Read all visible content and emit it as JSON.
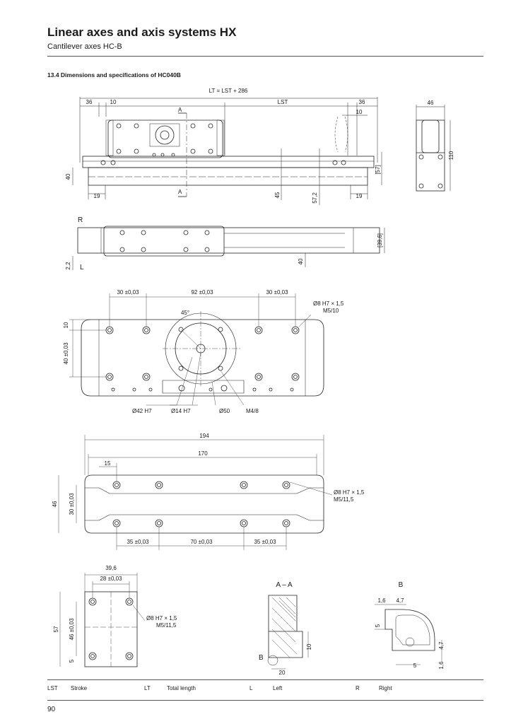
{
  "header": {
    "title": "Linear axes and axis systems HX",
    "subtitle": "Cantilever axes HC-B"
  },
  "section_title": "13.4 Dimensions and specifications of HC040B",
  "drawings": {
    "front_view": {
      "total_length": "LT = LST + 286",
      "dims": [
        "36",
        "10",
        "LST",
        "36",
        "10",
        "40",
        "19",
        "45",
        "57,2",
        "19",
        "[57]"
      ],
      "section_marks": [
        "A",
        "A"
      ]
    },
    "end_view": {
      "dims": [
        "46",
        "110"
      ]
    },
    "top_view": {
      "labels": [
        "R",
        "L"
      ],
      "dims": [
        "2,2",
        "40",
        "[39,6]"
      ]
    },
    "carriage_detail": {
      "dims": [
        "30 ±0,03",
        "92 ±0,03",
        "30 ±0,03",
        "10",
        "40 ±0,03",
        "45°"
      ],
      "callouts": [
        "Ø8 H7 × 1,5",
        "M5/10",
        "Ø42 H7",
        "Ø14 H7",
        "Ø50",
        "M4/8"
      ]
    },
    "base_detail": {
      "dims": [
        "194",
        "170",
        "15",
        "46",
        "30 ±0,03",
        "35 ±0,03",
        "70 ±0,03",
        "35 ±0,03"
      ],
      "callouts": [
        "Ø8 H7 × 1,5",
        "M5/11,5"
      ]
    },
    "side_plate_detail": {
      "dims": [
        "39,6",
        "28 ±0,03",
        "57",
        "46 ±0,03",
        "5"
      ],
      "callouts": [
        "Ø8 H7 × 1,5",
        "M5/11,5"
      ]
    },
    "section_aa": {
      "title": "A – A",
      "dims": [
        "10",
        "20"
      ],
      "mark": "B"
    },
    "detail_b": {
      "title": "B",
      "dims": [
        "1,6",
        "4,7",
        "5",
        "4,7",
        "5",
        "1,6"
      ]
    }
  },
  "legend": [
    {
      "symbol": "LST",
      "text": "Stroke"
    },
    {
      "symbol": "LT",
      "text": "Total length"
    },
    {
      "symbol": "L",
      "text": "Left"
    },
    {
      "symbol": "R",
      "text": "Right"
    }
  ],
  "page_number": "90"
}
